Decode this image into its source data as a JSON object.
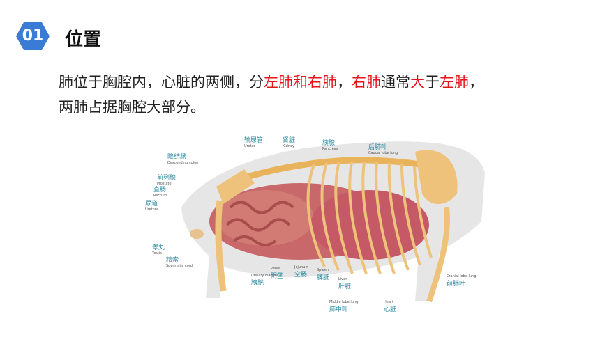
{
  "header": {
    "section_number": "01",
    "title": "位置"
  },
  "paragraph": {
    "line1_a": "肺位于胸腔内，心脏的两侧，分",
    "line1_b": "左肺和右肺",
    "line1_c": "，",
    "line1_d": "右肺",
    "line1_e": "通常",
    "line1_f": "大",
    "line1_g": "于",
    "line1_h": "左肺",
    "line1_i": "，",
    "line2": "两肺占据胸腔大部分。"
  },
  "figure": {
    "labels": [
      {
        "cn": "输尿管",
        "en": "Ureter"
      },
      {
        "cn": "肾脏",
        "en": "Kidney"
      },
      {
        "cn": "胰腺",
        "en": "Pancreas"
      },
      {
        "cn": "后肺叶",
        "en": "Caudal lobe lung"
      },
      {
        "cn": "降结肠",
        "en": "Descending colon"
      },
      {
        "cn": "前列腺",
        "en": "Prostate"
      },
      {
        "cn": "直肠",
        "en": "Rectum"
      },
      {
        "cn": "尿道",
        "en": "Urethra"
      },
      {
        "cn": "睾丸",
        "en": "Testis"
      },
      {
        "cn": "精索",
        "en": "Spermatic cord"
      },
      {
        "cn": "膀胱",
        "en": "Urinary bladder"
      },
      {
        "cn": "阴茎",
        "en": "Penis"
      },
      {
        "cn": "空肠",
        "en": "Jejunum"
      },
      {
        "cn": "脾脏",
        "en": "Spleen"
      },
      {
        "cn": "肝脏",
        "en": "Liver"
      },
      {
        "cn": "肺中叶",
        "en": "Middle lobe lung"
      },
      {
        "cn": "心脏",
        "en": "Heart"
      },
      {
        "cn": "前肺叶",
        "en": "Cranial lobe lung"
      }
    ]
  }
}
